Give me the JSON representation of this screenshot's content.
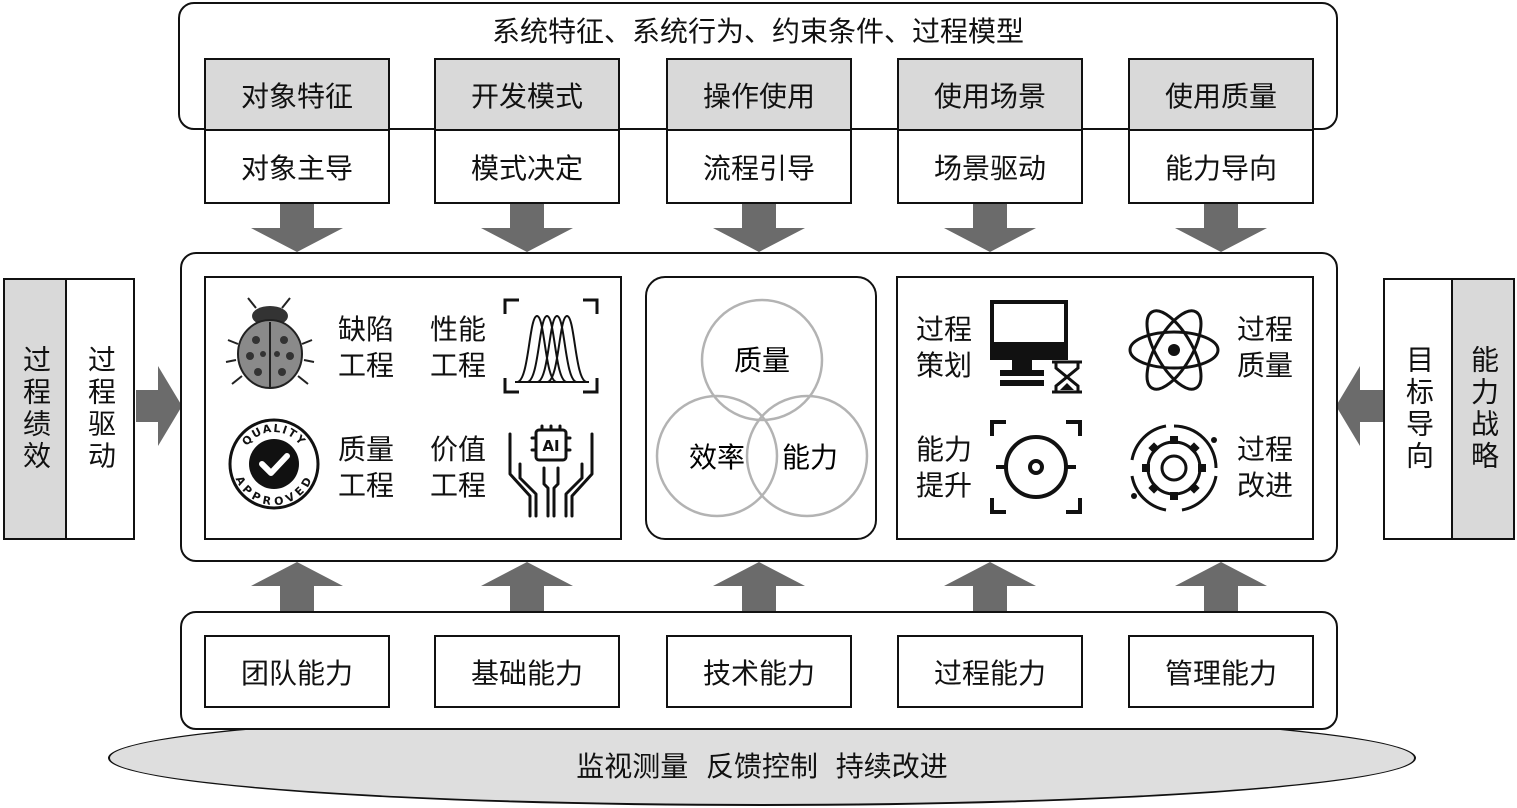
{
  "top": {
    "title": "系统特征、系统行为、约束条件、过程模型",
    "columns": [
      {
        "header": "对象特征",
        "sub": "对象主导"
      },
      {
        "header": "开发模式",
        "sub": "模式决定"
      },
      {
        "header": "操作使用",
        "sub": "流程引导"
      },
      {
        "header": "使用场景",
        "sub": "场景驱动"
      },
      {
        "header": "使用质量",
        "sub": "能力导向"
      }
    ]
  },
  "left": {
    "outer": "过程绩效",
    "inner": "过程驱动"
  },
  "right": {
    "inner": "目标导向",
    "outer": "能力战略"
  },
  "center": {
    "left_panel": [
      {
        "label": "缺陷工程",
        "icon": "ladybug-icon"
      },
      {
        "label": "性能工程",
        "icon": "performance-curves-icon"
      },
      {
        "label": "质量工程",
        "icon": "quality-approved-badge-icon",
        "badge_top": "QUALITY",
        "badge_bottom": "APPROVED"
      },
      {
        "label": "价值工程",
        "icon": "ai-chip-hands-icon",
        "chip": "AI"
      }
    ],
    "venn": [
      "质量",
      "效率",
      "能力"
    ],
    "right_panel": [
      {
        "label": "过程策划",
        "icon": "monitor-hourglass-icon"
      },
      {
        "label": "过程质量",
        "icon": "atom-icon"
      },
      {
        "label": "能力提升",
        "icon": "target-focus-icon"
      },
      {
        "label": "过程改进",
        "icon": "gear-cycle-icon"
      }
    ]
  },
  "bottom": {
    "items": [
      "团队能力",
      "基础能力",
      "技术能力",
      "过程能力",
      "管理能力"
    ],
    "base": "监视测量  反馈控制  持续改进"
  },
  "colors": {
    "arrow": "#6b6b6b",
    "header_fill": "#d9d9d9",
    "circle": "#b3b3b3"
  }
}
